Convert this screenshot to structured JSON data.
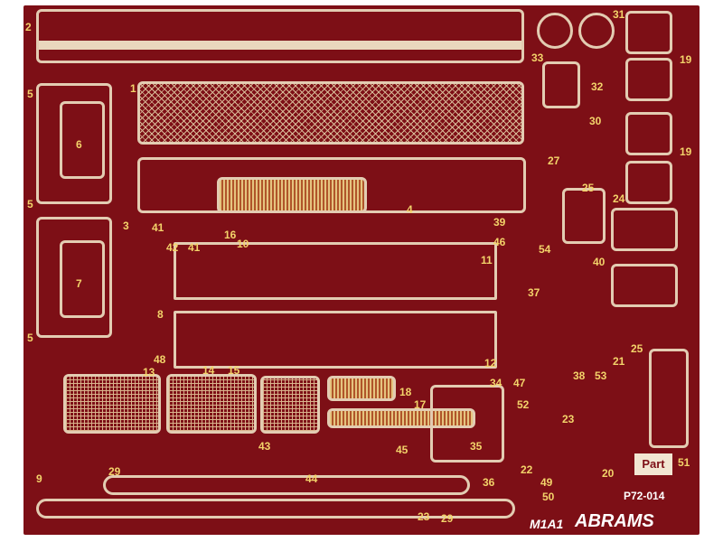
{
  "sheet": {
    "code": "P72-014",
    "title_model": "M1A1",
    "title_name": "ABRAMS",
    "logo": "Part"
  },
  "labels": [
    "2",
    "1",
    "5",
    "6",
    "5",
    "7",
    "5",
    "3",
    "41",
    "42",
    "41",
    "16",
    "10",
    "4",
    "39",
    "46",
    "11",
    "8",
    "48",
    "12",
    "13",
    "14",
    "15",
    "18",
    "17",
    "34",
    "47",
    "52",
    "43",
    "44",
    "45",
    "35",
    "29",
    "9",
    "36",
    "49",
    "50",
    "23",
    "29",
    "31",
    "19",
    "33",
    "32",
    "30",
    "19",
    "27",
    "25",
    "24",
    "54",
    "40",
    "37",
    "38",
    "21",
    "25",
    "53",
    "23",
    "22",
    "20",
    "51"
  ]
}
